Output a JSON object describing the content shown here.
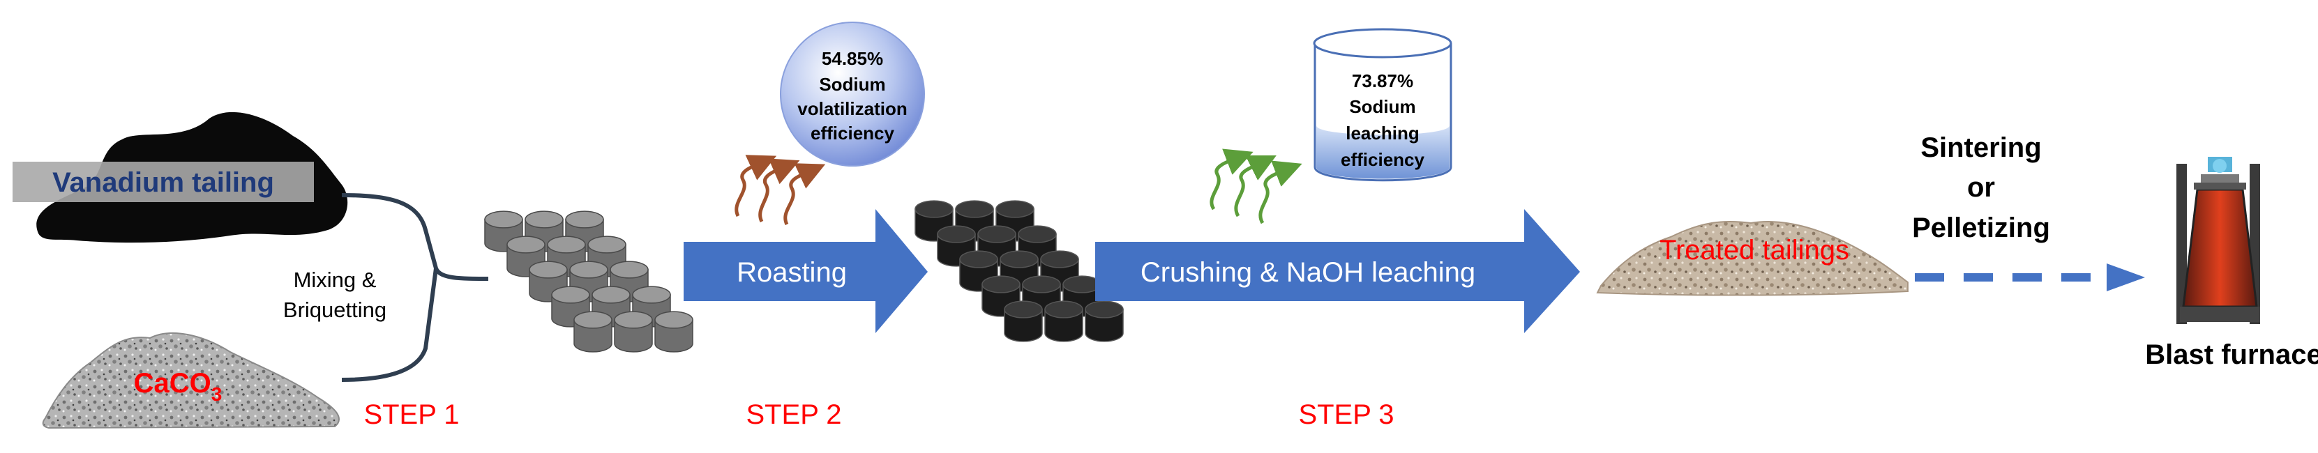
{
  "inputs": {
    "tailing_label": "Vanadium tailing",
    "caco3_main": "CaCO",
    "caco3_sub": "3"
  },
  "step1": {
    "process_line1": "Mixing &",
    "process_line2": "Briquetting",
    "label": "STEP 1"
  },
  "step2": {
    "arrow_label": "Roasting",
    "label": "STEP 2",
    "bubble_value": "54.85%",
    "bubble_line1": "Sodium",
    "bubble_line2": "volatilization",
    "bubble_line3": "efficiency"
  },
  "step3": {
    "arrow_label": "Crushing & NaOH leaching",
    "label": "STEP 3",
    "beaker_value": "73.87%",
    "beaker_line1": "Sodium",
    "beaker_line2": "leaching",
    "beaker_line3": "efficiency"
  },
  "output": {
    "treated_label": "Treated tailings",
    "route_line1": "Sintering",
    "route_line2": "or",
    "route_line3": "Pelletizing",
    "furnace_label": "Blast furnace"
  },
  "colors": {
    "arrow_blue": "#4472C4",
    "step_red": "#FF0000",
    "brown_fumes": "#A0522D",
    "green_fumes": "#5C9E3A",
    "bracket": "#2F3E50"
  },
  "icons": [
    "tailing-pile",
    "caco3-pile",
    "gray-briquettes",
    "black-briquettes",
    "volatilization-bubble",
    "leaching-beaker",
    "treated-pile",
    "blast-furnace-icon"
  ]
}
